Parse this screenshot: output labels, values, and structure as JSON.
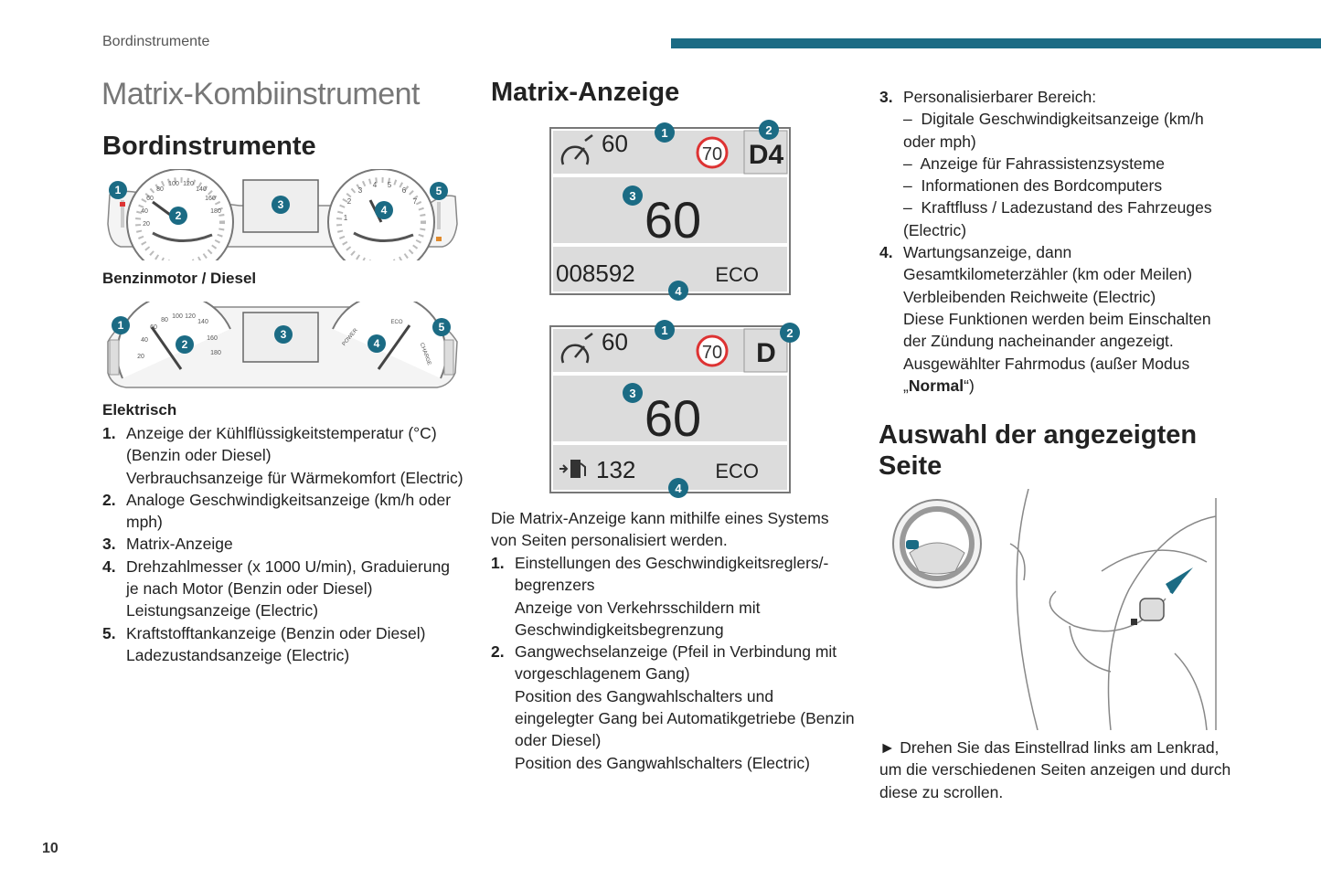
{
  "header": {
    "section_label": "Bordinstrumente",
    "accent_color": "#1b6b84"
  },
  "page_title": "Matrix-Kombiinstrument",
  "left": {
    "heading": "Bordinstrumente",
    "caption_fuel": "Benzinmotor / Diesel",
    "caption_electric": "Elektrisch",
    "items": [
      {
        "num": "1.",
        "lines": [
          "Anzeige der Kühlflüssigkeitstemperatur (°C) (Benzin oder Diesel)",
          "Verbrauchsanzeige für Wärmekomfort (Electric)"
        ]
      },
      {
        "num": "2.",
        "lines": [
          "Analoge Geschwindigkeitsanzeige (km/h oder mph)"
        ]
      },
      {
        "num": "3.",
        "lines": [
          "Matrix-Anzeige"
        ]
      },
      {
        "num": "4.",
        "lines": [
          "Drehzahlmesser (x 1000 U/min), Graduierung je nach Motor (Benzin oder Diesel)",
          "Leistungsanzeige (Electric)"
        ]
      },
      {
        "num": "5.",
        "lines": [
          "Kraftstofftankanzeige (Benzin oder Diesel)",
          "Ladezustandsanzeige (Electric)"
        ]
      }
    ],
    "gauge_numbers": [
      "1",
      "2",
      "3",
      "4",
      "5"
    ],
    "electric_gauge_labels": {
      "power": "POWER",
      "eco": "ECO",
      "charge": "CHARGE"
    },
    "speedo_ticks": [
      "20",
      "40",
      "60",
      "80",
      "100",
      "120",
      "140",
      "160",
      "180"
    ],
    "tacho_ticks": [
      "1",
      "2",
      "3",
      "4",
      "5",
      "6",
      "7"
    ]
  },
  "middle": {
    "heading": "Matrix-Anzeige",
    "display1": {
      "set_speed": "60",
      "speed_sign": "70",
      "gear": "D4",
      "speed": "60",
      "odometer": "008592",
      "mode": "ECO"
    },
    "display2": {
      "set_speed": "60",
      "speed_sign": "70",
      "gear": "D",
      "speed": "60",
      "range": "132",
      "mode": "ECO"
    },
    "callouts": [
      "1",
      "2",
      "3",
      "4"
    ],
    "intro": "Die Matrix-Anzeige kann mithilfe eines Systems von Seiten personalisiert werden.",
    "items": [
      {
        "num": "1.",
        "lines": [
          "Einstellungen des Geschwindigkeitsreglers/-begrenzers",
          "Anzeige von Verkehrsschildern mit Geschwindigkeitsbegrenzung"
        ]
      },
      {
        "num": "2.",
        "lines": [
          "Gangwechselanzeige (Pfeil in Verbindung mit vorgeschlagenem Gang)",
          "Position des Gangwahlschalters und eingelegter Gang bei Automatikgetriebe (Benzin oder Diesel)",
          "Position des Gangwahlschalters (Electric)"
        ]
      }
    ]
  },
  "right": {
    "item3": {
      "num": "3.",
      "title": "Personalisierbarer Bereich:",
      "dashes": [
        "Digitale Geschwindigkeitsanzeige (km/h oder mph)",
        "Anzeige für Fahrassistenzsysteme",
        "Informationen des Bordcomputers",
        "Kraftfluss / Ladezustand des Fahrzeuges (Electric)"
      ]
    },
    "item4": {
      "num": "4.",
      "lines": [
        "Wartungsanzeige, dann Gesamtkilometerzähler (km oder Meilen)",
        "Verbleibenden Reichweite (Electric)",
        "Diese Funktionen werden beim Einschalten der Zündung nacheinander angezeigt.",
        "Ausgewählter Fahrmodus (außer Modus"
      ],
      "mode_prefix": "„",
      "mode_name": "Normal",
      "mode_suffix": "“)"
    },
    "heading": "Auswahl der angezeigten Seite",
    "instruction_marker": "►",
    "instruction": "Drehen Sie das Einstellrad links am Lenkrad, um die verschiedenen Seiten anzeigen und durch diese zu scrollen."
  },
  "page_number": "10"
}
